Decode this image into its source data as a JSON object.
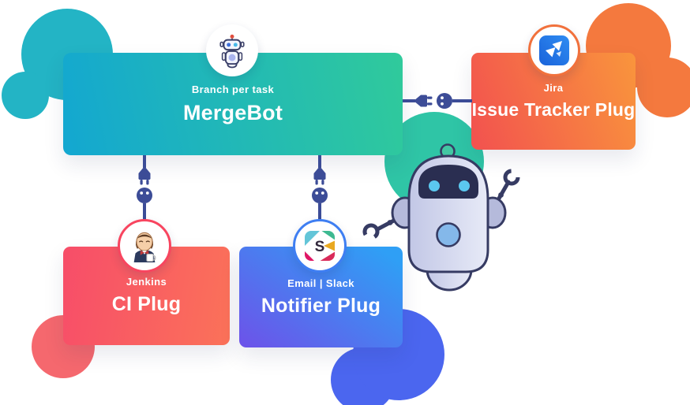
{
  "diagram": {
    "title_hint": "MergeBot plugin architecture",
    "background_color": "#ffffff"
  },
  "nodes": {
    "mergebot": {
      "label": "Branch per task",
      "title": "MergeBot",
      "icon": "robot-icon",
      "gradient_from": "#13a7d1",
      "gradient_to": "#30ca9b"
    },
    "issue_tracker": {
      "label": "Jira",
      "title": "Issue Tracker Plug",
      "icon": "jira-icon",
      "gradient_from": "#f2514f",
      "gradient_to": "#f9953c"
    },
    "ci": {
      "label": "Jenkins",
      "title": "CI Plug",
      "icon": "jenkins-icon",
      "gradient_from": "#f74d69",
      "gradient_to": "#fb7259"
    },
    "notifier": {
      "label": "Email | Slack",
      "title": "Notifier Plug",
      "icon": "slack-icon",
      "gradient_from": "#6d52e9",
      "gradient_to": "#2f9ff5"
    }
  },
  "connectors": {
    "style": "plug-and-socket",
    "color": "#3c4c97",
    "links": [
      {
        "from": "issue_tracker",
        "to": "mergebot",
        "orientation": "horizontal"
      },
      {
        "from": "mergebot",
        "to": "ci",
        "orientation": "vertical"
      },
      {
        "from": "mergebot",
        "to": "notifier",
        "orientation": "vertical"
      }
    ]
  },
  "icons": {
    "slack": {
      "letter": "S"
    }
  },
  "mascot": {
    "name": "robot-mascot",
    "body_color": "#d3d7ee",
    "outline_color": "#363b63",
    "visor_color": "#2a2e51",
    "eye_color": "#5bc8ef",
    "antenna_color": "#42c7a3",
    "belly_color": "#84b8ea"
  },
  "decor_colors": {
    "teal": "#23b4c5",
    "teal_green": "#2fc5a6",
    "orange": "#f4793e",
    "pink": "#f5686e",
    "blue": "#4b66ef"
  }
}
